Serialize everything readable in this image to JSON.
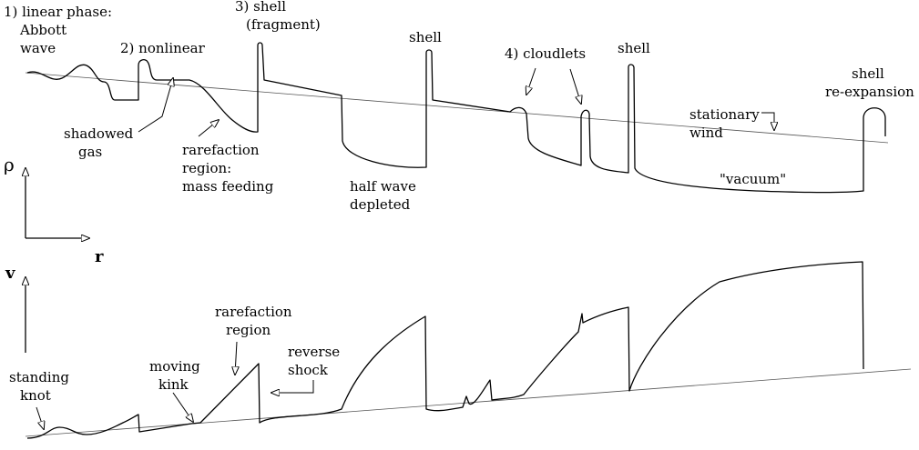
{
  "axes": {
    "density_symbol": "ρ",
    "radius_symbol": "r",
    "velocity_symbol": "v"
  },
  "top_panel_labels": {
    "linear_phase": [
      "1) linear phase:",
      "Abbott",
      "wave"
    ],
    "nonlinear": "2) nonlinear",
    "shell_fragment": [
      "3) shell",
      "(fragment)"
    ],
    "shell_1": "shell",
    "cloudlets": "4) cloudlets",
    "shell_2": "shell",
    "shell_reexpansion": [
      "shell",
      "re-expansion"
    ],
    "shadowed_gas": [
      "shadowed",
      "gas"
    ],
    "rarefaction_mass_feeding": [
      "rarefaction",
      "region:",
      "mass feeding"
    ],
    "half_wave_depleted": [
      "half wave",
      "depleted"
    ],
    "stationary_wind": [
      "stationary",
      "wind"
    ],
    "vacuum": "\"vacuum\""
  },
  "bottom_panel_labels": {
    "standing_knot": [
      "standing",
      "knot"
    ],
    "moving_kink": [
      "moving",
      "kink"
    ],
    "rarefaction_region": [
      "rarefaction",
      "region"
    ],
    "reverse_shock": [
      "reverse",
      "shock"
    ]
  }
}
